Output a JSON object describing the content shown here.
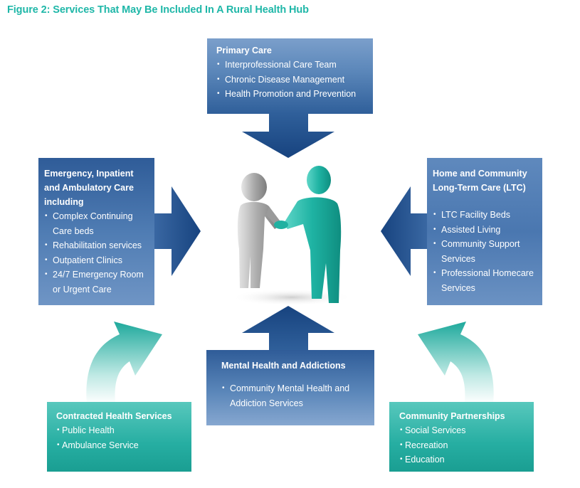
{
  "title": "Figure 2: Services That May Be Included In A Rural Health Hub",
  "primary_care": {
    "heading": "Primary Care",
    "items": [
      "Interprofessional  Care Team",
      "Chronic Disease Management",
      "Health Promotion and Prevention"
    ]
  },
  "emergency": {
    "heading": "Emergency, Inpatient and Ambulatory Care including",
    "items": [
      "Complex Continuing Care beds",
      "Rehabilitation services",
      "Outpatient Clinics",
      "24/7 Emergency Room or Urgent Care"
    ]
  },
  "home_community": {
    "heading": "Home and Community Long-Term Care (LTC)",
    "items": [
      "LTC Facility Beds",
      "Assisted Living",
      "Community Support Services",
      "Professional Homecare Services"
    ]
  },
  "mental_health": {
    "heading": "Mental Health and Addictions",
    "items": [
      "Community Mental Health and Addiction Services"
    ]
  },
  "contracted": {
    "heading": "Contracted Health Services",
    "items": [
      "Public Health",
      "Ambulance Service"
    ]
  },
  "community_partnerships": {
    "heading": "Community Partnerships",
    "items": [
      "Social Services",
      "Recreation",
      "Education"
    ]
  },
  "colors": {
    "title_teal": "#1fb7a8",
    "navy_blue": "#1d4a85",
    "light_blue": "#7b9fcb",
    "teal": "#26aea2"
  },
  "icons": [
    "handshake-figures",
    "arrow-down",
    "arrow-up",
    "arrow-left",
    "arrow-right",
    "curved-arrow-up"
  ]
}
